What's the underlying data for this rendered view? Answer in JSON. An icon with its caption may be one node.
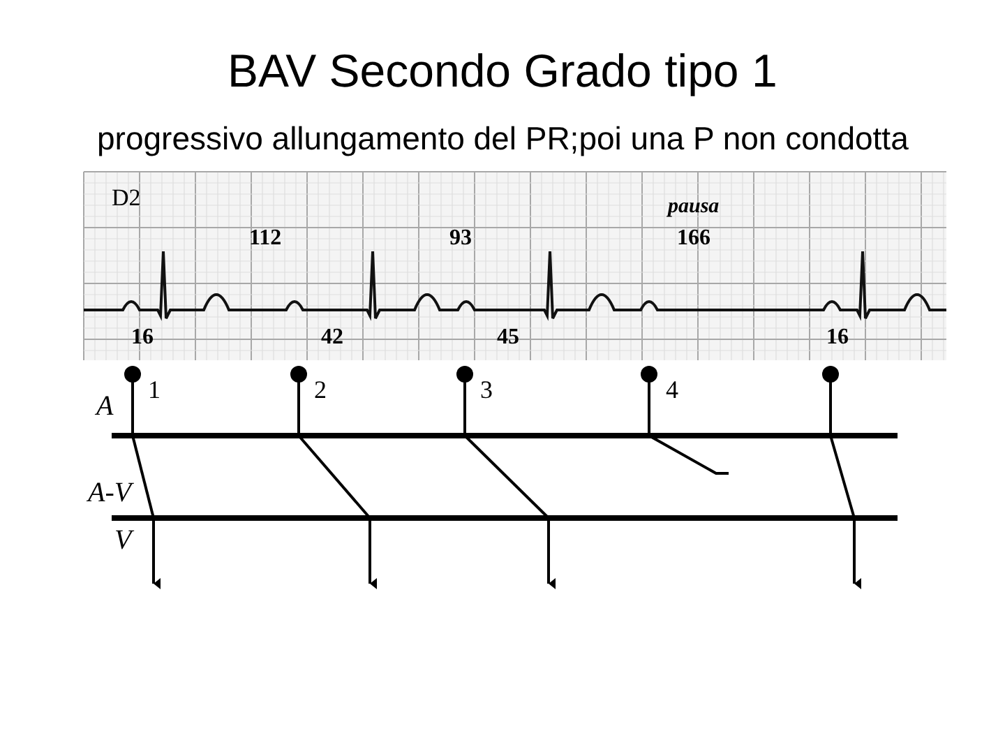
{
  "diagram": {
    "title": "BAV Secondo Grado tipo 1",
    "labels": [
      "progressivo allungamento del PR;poi una P non condotta",
      "D2",
      "pausa",
      "112",
      "93",
      "166",
      "16",
      "42",
      "45",
      "16",
      "1",
      "2",
      "3",
      "4",
      "A",
      "A-V",
      "V"
    ]
  }
}
